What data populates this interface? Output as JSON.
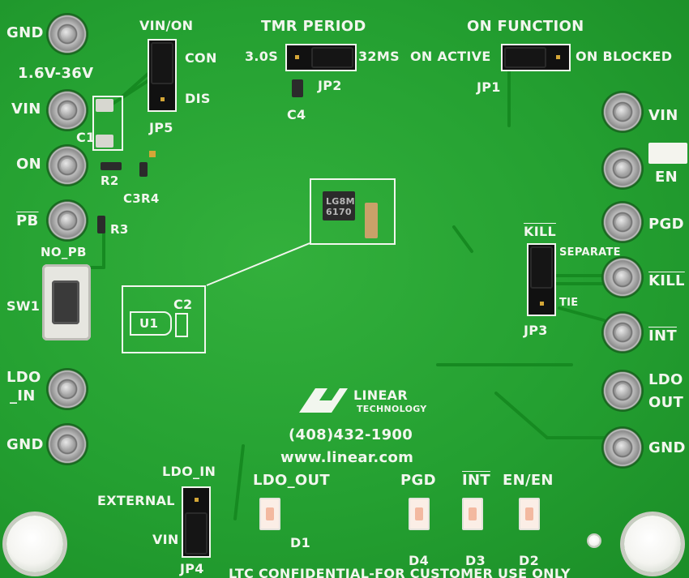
{
  "labels": {
    "gnd_top": "GND",
    "vin_range": "1.6V-36V",
    "vin_left": "VIN",
    "on": "ON",
    "pb": "PB",
    "no_pb": "NO_PB",
    "sw1": "SW1",
    "ldo_in_1": "LDO",
    "ldo_in_2": "_IN",
    "gnd_bottom": "GND",
    "vin_on": "VIN/ON",
    "con": "CON",
    "dis": "DIS",
    "jp5": "JP5",
    "c1": "C1",
    "r2": "R2",
    "c3r4": "C3R4",
    "r3": "R3",
    "tmr_period": "TMR PERIOD",
    "t3s": "3.0S",
    "t32ms": "32MS",
    "jp2": "JP2",
    "c4": "C4",
    "on_function": "ON FUNCTION",
    "on_active": "ON ACTIVE",
    "on_blocked": "ON BLOCKED",
    "jp1": "JP1",
    "vin_right": "VIN",
    "en": "EN",
    "pgd": "PGD",
    "kill_right": "KILL",
    "int_right": "INT",
    "ldo_out_1": "LDO",
    "ldo_out_2": "OUT",
    "gnd_right": "GND",
    "kill_jp": "KILL",
    "separate": "SEPARATE",
    "tie": "TIE",
    "jp3": "JP3",
    "u1": "U1",
    "c2": "C2",
    "chip_line1": "LG8M",
    "chip_line2": "6170",
    "logo_text": "LINEAR",
    "logo_sub": "TECHNOLOGY",
    "phone": "(408)432-1900",
    "web": "www.linear.com",
    "ldo_in_jp": "LDO_IN",
    "external": "EXTERNAL",
    "vin_jp4": "VIN",
    "jp4": "JP4",
    "ldo_out_led": "LDO_OUT",
    "d1": "D1",
    "pgd_led": "PGD",
    "d4": "D4",
    "int_led": "INT",
    "d3": "D3",
    "en_led": "EN/EN",
    "d2": "D2",
    "confidential": "LTC CONFIDENTIAL-FOR CUSTOMER USE ONLY"
  },
  "colors": {
    "pcb": "#24a031",
    "silkscreen": "#f2f6ee",
    "copper": "#d4a637"
  }
}
